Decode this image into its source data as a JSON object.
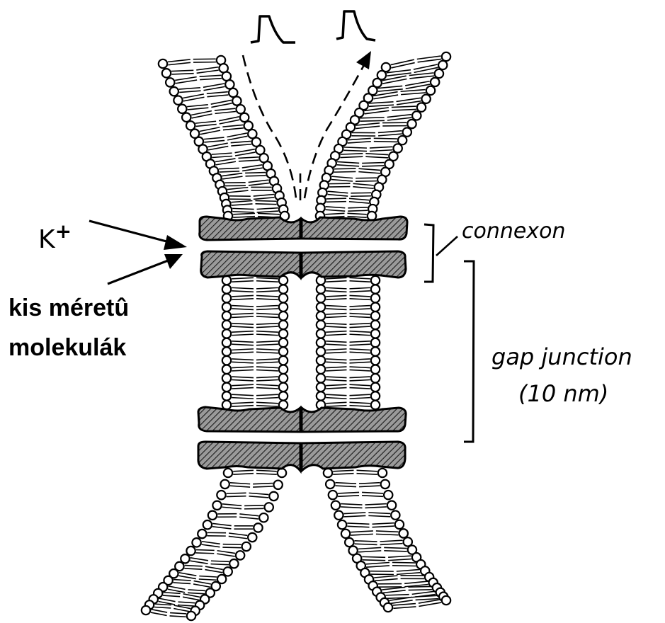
{
  "labels": {
    "ion": "K",
    "ion_charge": "+",
    "small_molecules_line1": "kis méretû",
    "small_molecules_line2": "molekulák",
    "connexon": "connexon",
    "gap_junction_line1": "gap junction",
    "gap_junction_line2": "(10 nm)"
  },
  "icons": {
    "signal_in": "action-potential-waveform-icon",
    "signal_out": "action-potential-waveform-icon"
  },
  "colors": {
    "ink": "#000000",
    "paper": "#ffffff",
    "connexon_fill": "#6e6e6e"
  }
}
